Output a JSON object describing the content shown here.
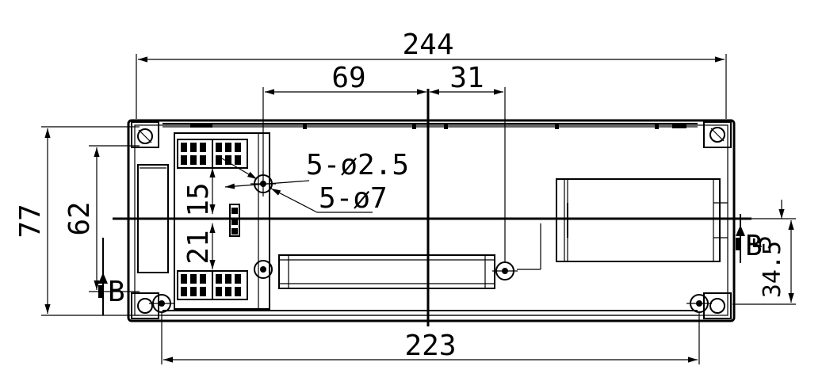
{
  "drawing": {
    "dimensions": {
      "overall_width": "244",
      "hole_offset_left": "69",
      "hole_offset_right": "31",
      "bottom_hole_span": "223",
      "overall_height": "77",
      "inner_height": "62",
      "vertical_15": "15",
      "vertical_21": "21",
      "right_offset": "5",
      "right_height": "34.5"
    },
    "callouts": {
      "small_hole": "5-ø2.5",
      "large_hole": "5-ø7"
    },
    "section_marks": {
      "left": "B",
      "right": "B"
    }
  }
}
